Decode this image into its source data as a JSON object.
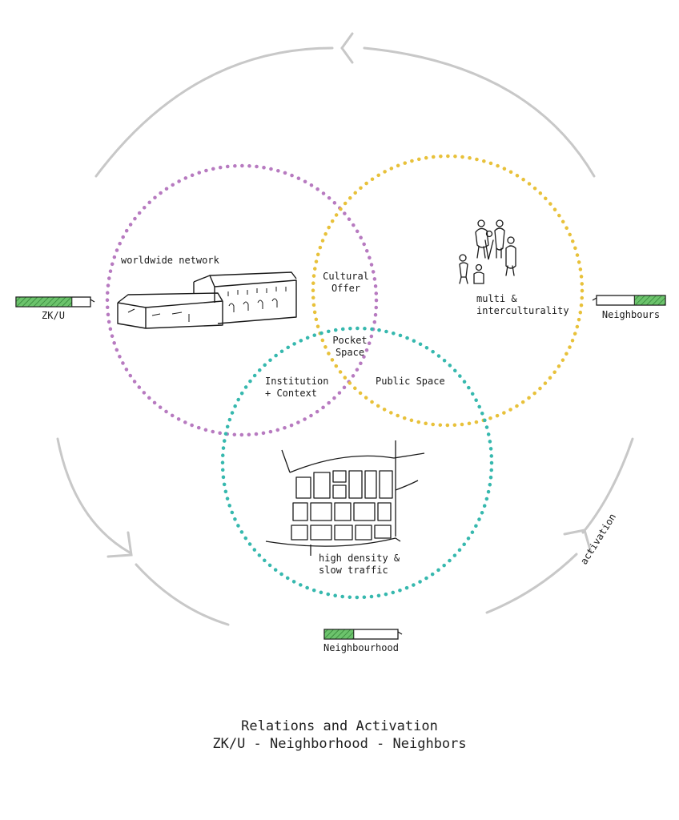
{
  "diagram": {
    "circles": {
      "zku": {
        "color": "#b77ac0"
      },
      "neighbours": {
        "color": "#e8c13a"
      },
      "neighbourhood": {
        "color": "#36b8ae"
      }
    },
    "cycle_color": "#c8c8c8",
    "labels": {
      "worldwide": "worldwide network",
      "cultural": "Cultural\nOffer",
      "multi": "multi &\ninterculturality",
      "pocket": "Pocket\nSpace",
      "institution": "Institution\n+ Context",
      "public": "Public Space",
      "density": "high density &\nslow traffic",
      "activation": "activation"
    },
    "actors": {
      "zku": {
        "name": "ZK/U",
        "level": 0.75
      },
      "neighbours": {
        "name": "Neighbours",
        "level": 0.45
      },
      "neighbourhood": {
        "name": "Neighbourhood",
        "level": 0.4
      }
    },
    "bar_color": "#5cb85c"
  },
  "caption": {
    "line1": "Relations and Activation",
    "line2": "ZK/U - Neighborhood - Neighbors"
  }
}
